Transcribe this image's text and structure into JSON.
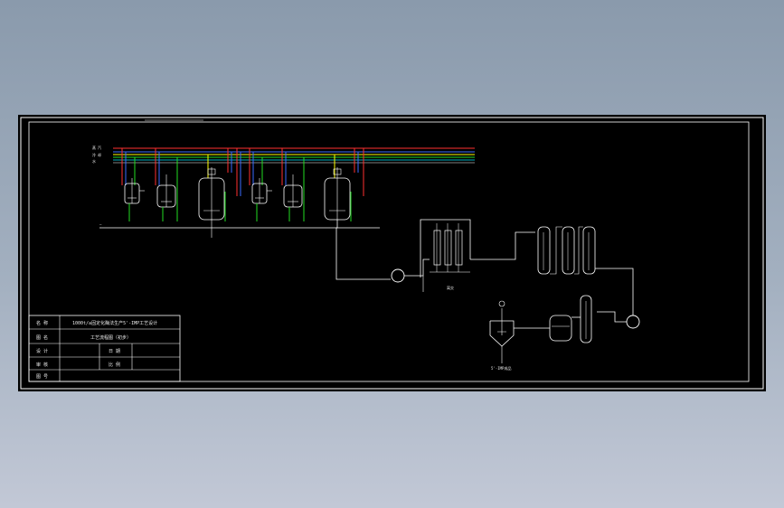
{
  "title_block": {
    "rows": [
      {
        "label": "名 称",
        "value": "1000t/a固定化酶法生产5'-IMP工艺设计"
      },
      {
        "label": "图 名",
        "value": "工艺流程图（初步）"
      },
      {
        "label": "设 计",
        "value": "",
        "extra_label": "日 期",
        "extra_value": ""
      },
      {
        "label": "审 核",
        "value": "",
        "extra_label": "比 例",
        "extra_value": ""
      },
      {
        "label": "图 号",
        "value": ""
      }
    ]
  },
  "colors": {
    "background": "#000000",
    "lines": "#ffffff",
    "pipe_red": "#ff3030",
    "pipe_blue": "#3a6bff",
    "pipe_yellow": "#ffff00",
    "pipe_green": "#22dd22",
    "pipe_cyan": "#00e5ff",
    "pipe_magenta": "#ff40ff"
  },
  "header_left_labels": [
    "蒸",
    "汽",
    "冷",
    "却",
    "水"
  ],
  "equipment": {
    "fermentor_group_count": 2,
    "column_label": "离交",
    "product_label": "5'-IMP成品"
  }
}
